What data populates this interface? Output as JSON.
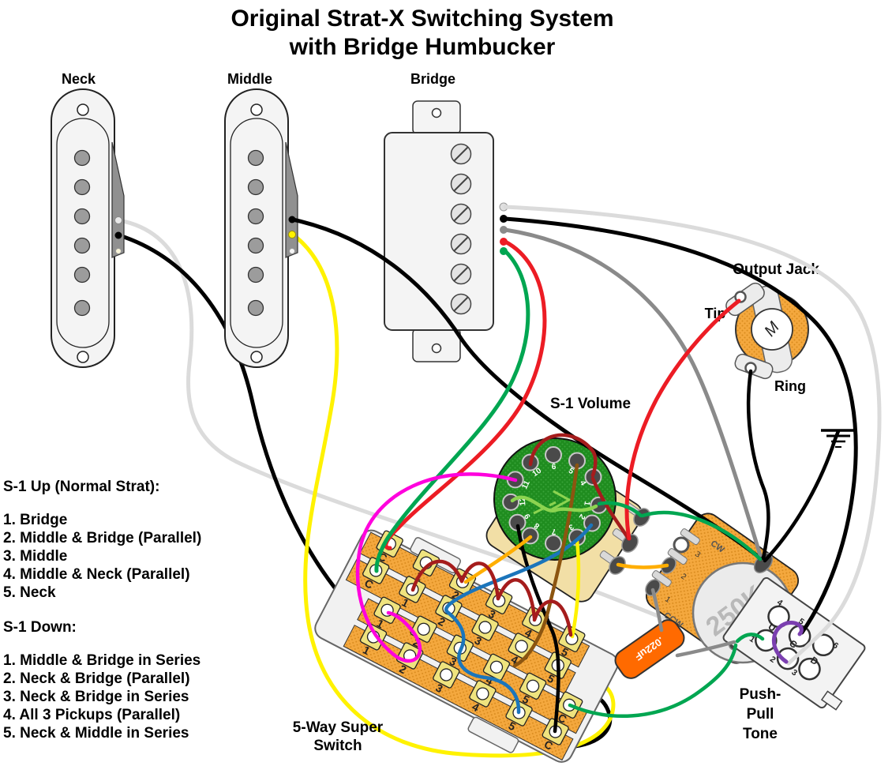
{
  "title": {
    "line1": "Original Strat-X Switching System",
    "line2": "with Bridge Humbucker"
  },
  "pickups": {
    "neck_label": "Neck",
    "middle_label": "Middle",
    "bridge_label": "Bridge"
  },
  "output_jack": {
    "label": "Output Jack",
    "tip_label": "Tip",
    "ring_label": "Ring",
    "center_marking": "M"
  },
  "s1_volume": {
    "label": "S-1 Volume",
    "terminals": [
      "1",
      "2",
      "3",
      "4",
      "5",
      "6",
      "7",
      "8",
      "9",
      "10",
      "11",
      "12"
    ]
  },
  "super_switch": {
    "label_line1": "5-Way Super",
    "label_line2": "Switch",
    "row_labels_top": [
      "C",
      "1",
      "2",
      "3",
      "4",
      "5"
    ],
    "row_labels_bottom": [
      "1",
      "2",
      "3",
      "4",
      "5",
      "C"
    ]
  },
  "tone_pot": {
    "label_line1": "Push-",
    "label_line2": "Pull",
    "label_line3": "Tone",
    "value": "250K",
    "cw": "CW",
    "ccw": "CCW",
    "terminals": [
      "1",
      "2",
      "3"
    ],
    "switch_terminals": [
      "1",
      "2",
      "3",
      "4",
      "5",
      "6"
    ],
    "switch_positions": [
      "U",
      "C",
      "D"
    ]
  },
  "capacitor": {
    "value": ".022uF"
  },
  "s1_up_list": {
    "heading": "S-1 Up (Normal Strat):",
    "items": [
      "1. Bridge",
      "2. Middle & Bridge (Parallel)",
      "3. Middle",
      "4. Middle & Neck (Parallel)",
      "5. Neck"
    ]
  },
  "s1_down_list": {
    "heading": "S-1 Down:",
    "items": [
      "1. Middle & Bridge in Series",
      "2. Neck & Bridge (Parallel)",
      "3. Neck & Bridge in Series",
      "4. All 3 Pickups (Parallel)",
      "5. Neck & Middle in Series"
    ]
  },
  "colors": {
    "white_wire": "#DBDBDB",
    "black": "#000000",
    "gray": "#8A8A8A",
    "red": "#EC1C24",
    "dark_red": "#A51C1C",
    "green": "#00A651",
    "light_green": "#8CD450",
    "yellow": "#FFF200",
    "orange": "#FFAE00",
    "blue": "#1B75BB",
    "brown": "#8C5510",
    "magenta": "#FF00DD",
    "purple": "#7B3FB0",
    "pcb_green": "#1F8C1F",
    "body_orange": "#F4A83E",
    "cap_orange": "#FF6A00",
    "lug_yellow": "#EFE37E",
    "pot_tan": "#F2DFA6"
  },
  "wires": [
    {
      "color": "white",
      "from": "neck pickup",
      "to": "push-pull switch terminal 2"
    },
    {
      "color": "black",
      "from": "neck pickup",
      "to": "super switch row 3 common C"
    },
    {
      "color": "black",
      "from": "middle pickup",
      "to": "tone pot casing ground lug"
    },
    {
      "color": "yellow",
      "from": "middle pickup",
      "to": "super switch row 3 lug 5"
    },
    {
      "color": "white",
      "from": "bridge humbucker",
      "to": "push-pull switch terminal 2"
    },
    {
      "color": "black",
      "from": "bridge humbucker",
      "to": "push-pull switch terminal 5"
    },
    {
      "color": "gray",
      "from": "bridge humbucker",
      "to": "tone pot casing ground lug"
    },
    {
      "color": "red",
      "from": "bridge humbucker",
      "to": "super switch row 1 common C"
    },
    {
      "color": "green",
      "from": "bridge humbucker",
      "to": "super switch row 2 common C"
    },
    {
      "color": "black",
      "from": "S-1 terminal 9",
      "to": "super switch row 4 common C"
    },
    {
      "color": "yellow",
      "from": "S-1 terminal 3",
      "to": "super switch row 1 lug 5"
    },
    {
      "color": "blue",
      "from": "S-1 terminal 2",
      "to": "super switch row 4 lug 5"
    },
    {
      "color": "brown",
      "from": "S-1 terminal 5",
      "to": "super switch row 3 lug 4"
    },
    {
      "color": "magenta",
      "from": "S-1 terminal 11",
      "to": "super switch row 3 lug 1"
    },
    {
      "color": "orange",
      "from": "S-1 terminal 8",
      "to": "super switch row 1 lug 2"
    },
    {
      "color": "light_green",
      "from": "S-1 terminal 12",
      "to": "S-1 terminal 1"
    },
    {
      "color": "dark_red",
      "from": "S-1 terminal 10",
      "to": "S-1 terminal 4"
    },
    {
      "color": "dark_red",
      "from": "S-1 terminal 4",
      "to": "volume pot lug 2"
    },
    {
      "color": "dark_red",
      "from": "super switch row 1 lugs",
      "to": "super switch row 2 lug 1 (jumpers)"
    },
    {
      "color": "green",
      "from": "S-1 terminal 1",
      "to": "volume pot lug 1"
    },
    {
      "color": "green",
      "from": "volume pot lug 1",
      "to": "tone pot casing ground lug"
    },
    {
      "color": "green",
      "from": "super switch row 3 common C",
      "to": "tone pot casing bottom lug"
    },
    {
      "color": "green",
      "from": "tone pot casing bottom lug",
      "to": "push-pull switch terminal 1"
    },
    {
      "color": "orange",
      "from": "volume pot lug 3",
      "to": "tone pot terminal 2"
    },
    {
      "color": "red",
      "from": "volume pot lug 2",
      "to": "output jack tip"
    },
    {
      "color": "black",
      "from": "output jack ring",
      "to": "tone pot casing ground lug"
    },
    {
      "color": "black",
      "from": "tone pot casing ground lug",
      "to": "ground"
    },
    {
      "color": "gray",
      "from": "tone pot terminal 1",
      "to": "capacitor"
    },
    {
      "color": "gray",
      "from": "capacitor",
      "to": "tone pot casing bottom lug"
    },
    {
      "color": "purple",
      "from": "push-pull switch terminal 2",
      "to": "push-pull switch terminal 5"
    }
  ]
}
